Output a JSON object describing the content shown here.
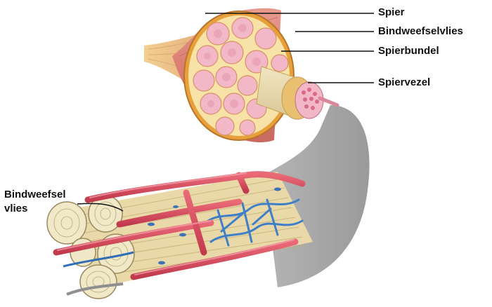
{
  "labels": {
    "spier": "Spier",
    "bindweefselvlies": "Bindweefselvlies",
    "spierbundel": "Spierbundel",
    "spiervezel": "Spiervezel",
    "bindweefsel_line1": "Bindweefsel",
    "bindweefsel_line2": "vlies"
  },
  "colors": {
    "muscle": "#d9847c",
    "tendon": "#e8b878",
    "bundle": "#f2b8c8",
    "fiber": "#e9dbb0",
    "vessel": "#d84a5c",
    "capillary": "#4a86c8",
    "sheath": "#a9a9a9"
  }
}
